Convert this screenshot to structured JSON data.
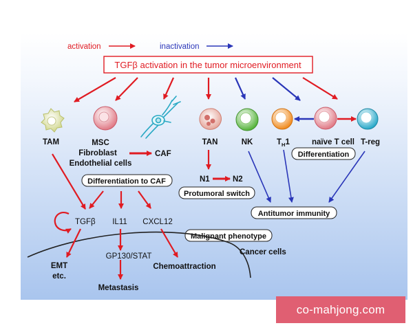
{
  "legend": {
    "activation": "activation",
    "inactivation": "inactivation"
  },
  "title": "TGFβ activation in the tumor microenvironment",
  "cells": {
    "tam": "TAM",
    "msc": "MSC",
    "fibroblast": "Fibroblast",
    "endothelial": "Endothelial cells",
    "caf": "CAF",
    "tan": "TAN",
    "nk": "NK",
    "th1_main": "T",
    "th1_sub": "H",
    "th1_suffix": "1",
    "naive": "naïve  T cell",
    "treg": "T-reg"
  },
  "labels": {
    "differentiation_caf": "Differentiation to CAF",
    "n1": "N1",
    "n2": "N2",
    "protumoral": "Protumoral switch",
    "differentiation": "Differentiation",
    "antitumor": "Antitumor immunity",
    "malignant": "Malignant phenotype",
    "cancer_cells": "Cancer cells",
    "tgfb": "TGFβ",
    "il11": "IL11",
    "cxcl12": "CXCL12",
    "gp130": "GP130/STAT",
    "chemo": "Chemoattraction",
    "emt": "EMT",
    "etc": "etc.",
    "metastasis": "Metastasis"
  },
  "watermark": "co-mahjong.com",
  "colors": {
    "activation": "#e01b22",
    "inactivation": "#2a36b8",
    "title_border": "#e01b22",
    "background_top": "#ffffff",
    "background_bottom": "#a9c5ee",
    "watermark": "#e05f72"
  }
}
